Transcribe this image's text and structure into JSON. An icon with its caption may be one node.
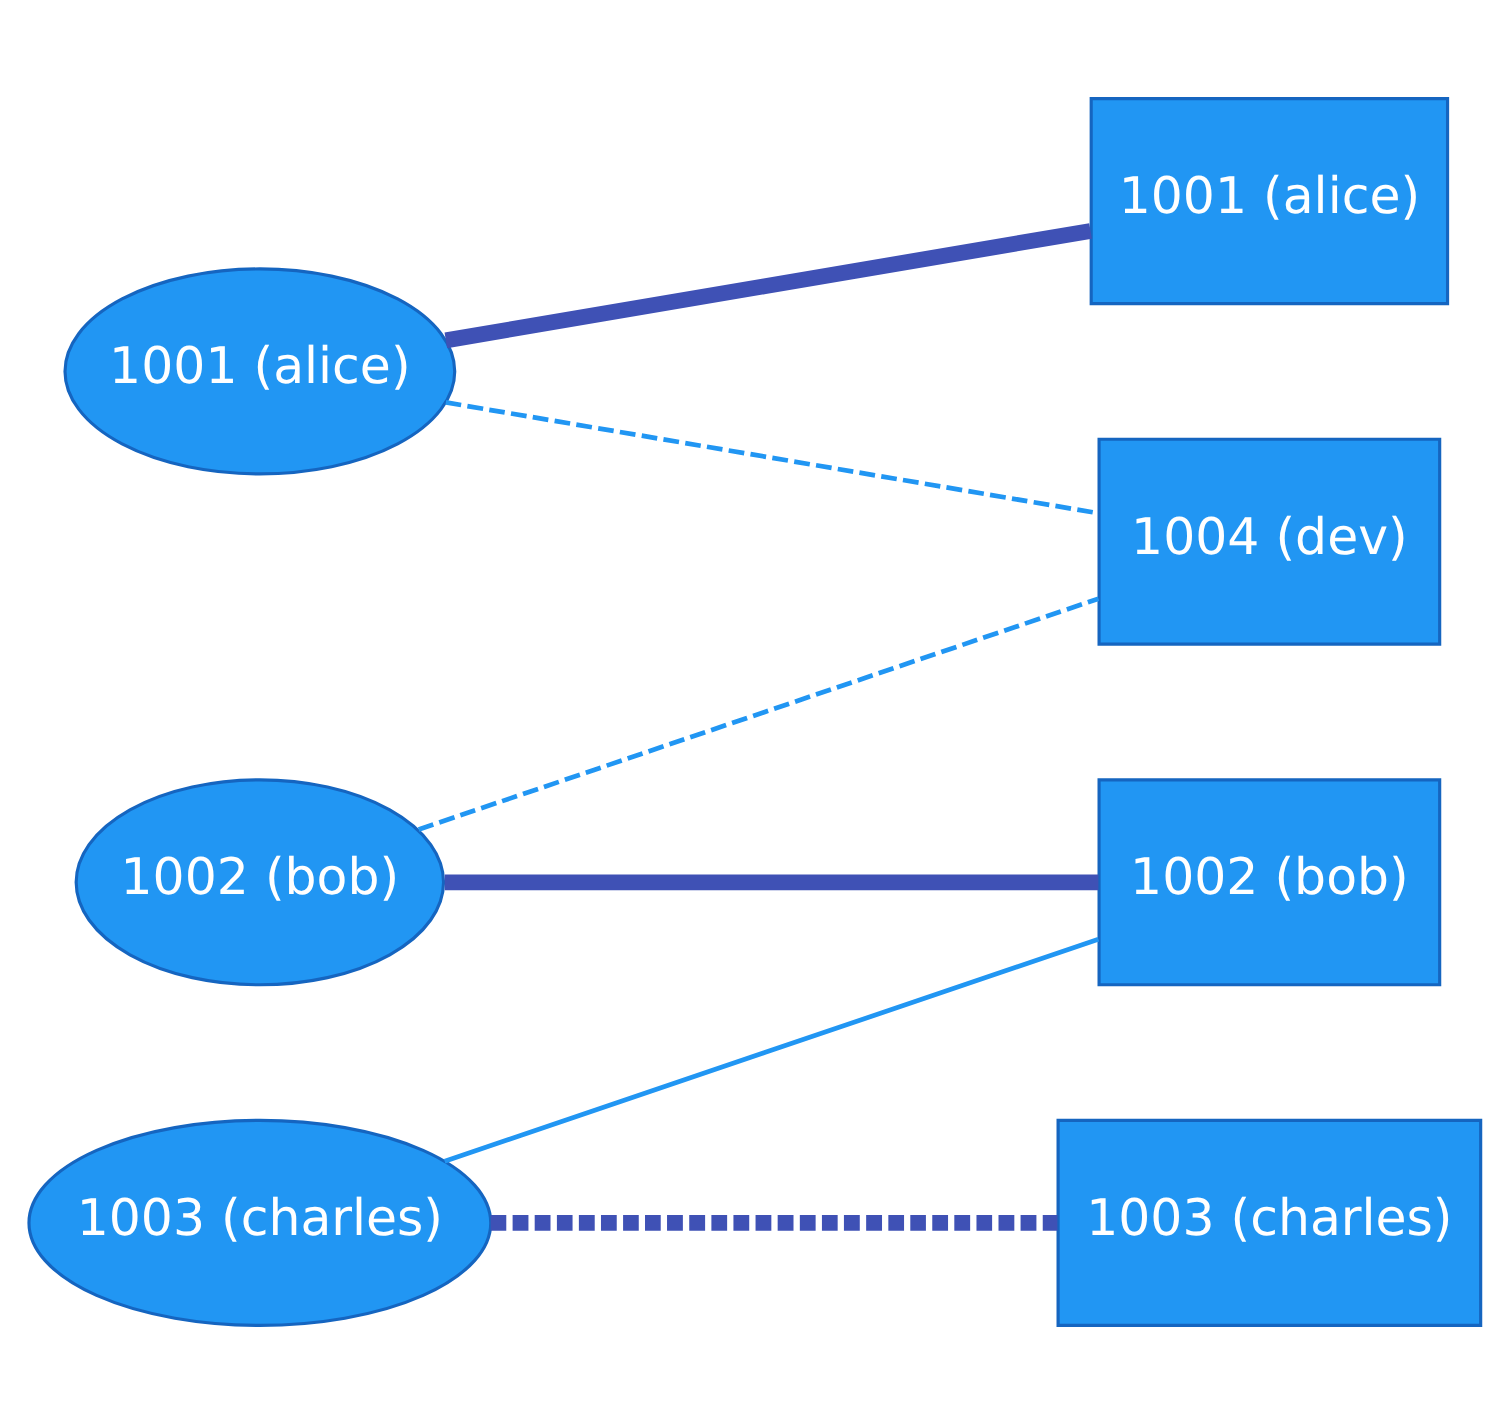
{
  "diagram": {
    "nodes": [
      {
        "text": [
          "1001 (alice)"
        ]
      },
      {
        "text": [
          "1002 (bob)"
        ]
      },
      {
        "text": [
          "1003 (charles)"
        ]
      },
      {
        "text": [
          "1001 (alice)"
        ]
      },
      {
        "text": [
          "1002 (bob)"
        ]
      },
      {
        "text": [
          "1003 (charles)"
        ]
      },
      {
        "text": [
          "1004 (dev)"
        ]
      }
    ],
    "edges": [
      {
        "from": 0,
        "to": 3,
        "arrow": "none",
        "style": "thick",
        "color": "#3f51b5"
      },
      {
        "from": 0,
        "to": 6,
        "arrow": "none",
        "style": "dashed",
        "color": "#2196f3"
      },
      {
        "from": 1,
        "to": 4,
        "arrow": "none",
        "style": "thick",
        "color": "#3f51b5"
      },
      {
        "from": 1,
        "to": 6,
        "arrow": "none",
        "style": "dashed",
        "color": "#2196f3"
      },
      {
        "from": 2,
        "to": 4,
        "arrow": "none",
        "color": "#2196f3"
      },
      {
        "from": 2,
        "to": 5,
        "arrow": "none",
        "style": "dashed",
        "color": "#3f51b5"
      }
    ]
  }
}
